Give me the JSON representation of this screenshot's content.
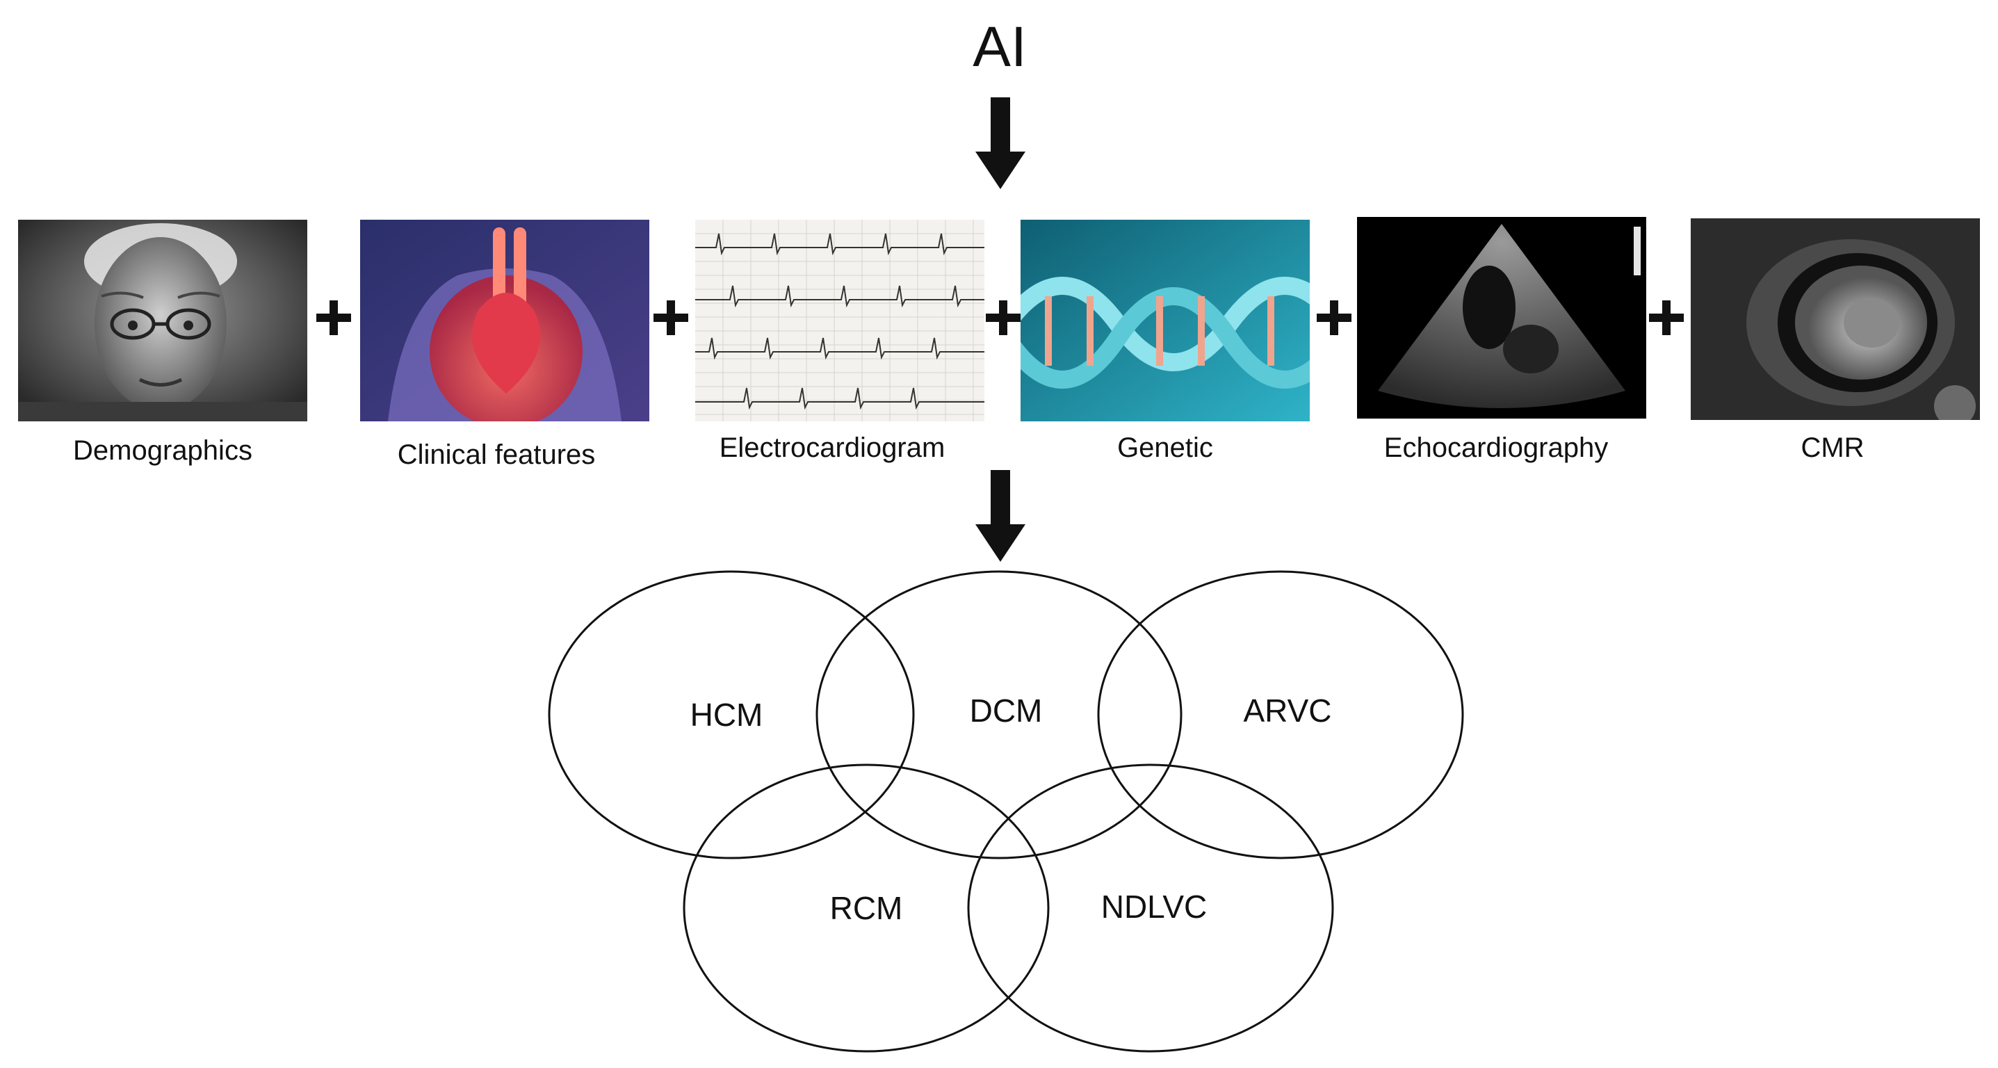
{
  "title": "AI",
  "inputs": [
    {
      "label": "Demographics",
      "icon": "elderly-portrait-photo"
    },
    {
      "label": "Clinical features",
      "icon": "chest-anatomy-illustration"
    },
    {
      "label": "Electrocardiogram",
      "icon": "ecg-strip-image"
    },
    {
      "label": "Genetic",
      "icon": "dna-helix-image"
    },
    {
      "label": "Echocardiography",
      "icon": "echocardiogram-image"
    },
    {
      "label": "CMR",
      "icon": "cardiac-mri-image"
    }
  ],
  "operator": "+",
  "categories": [
    {
      "label": "HCM"
    },
    {
      "label": "DCM"
    },
    {
      "label": "ARVC"
    },
    {
      "label": "RCM"
    },
    {
      "label": "NDLVC"
    }
  ]
}
